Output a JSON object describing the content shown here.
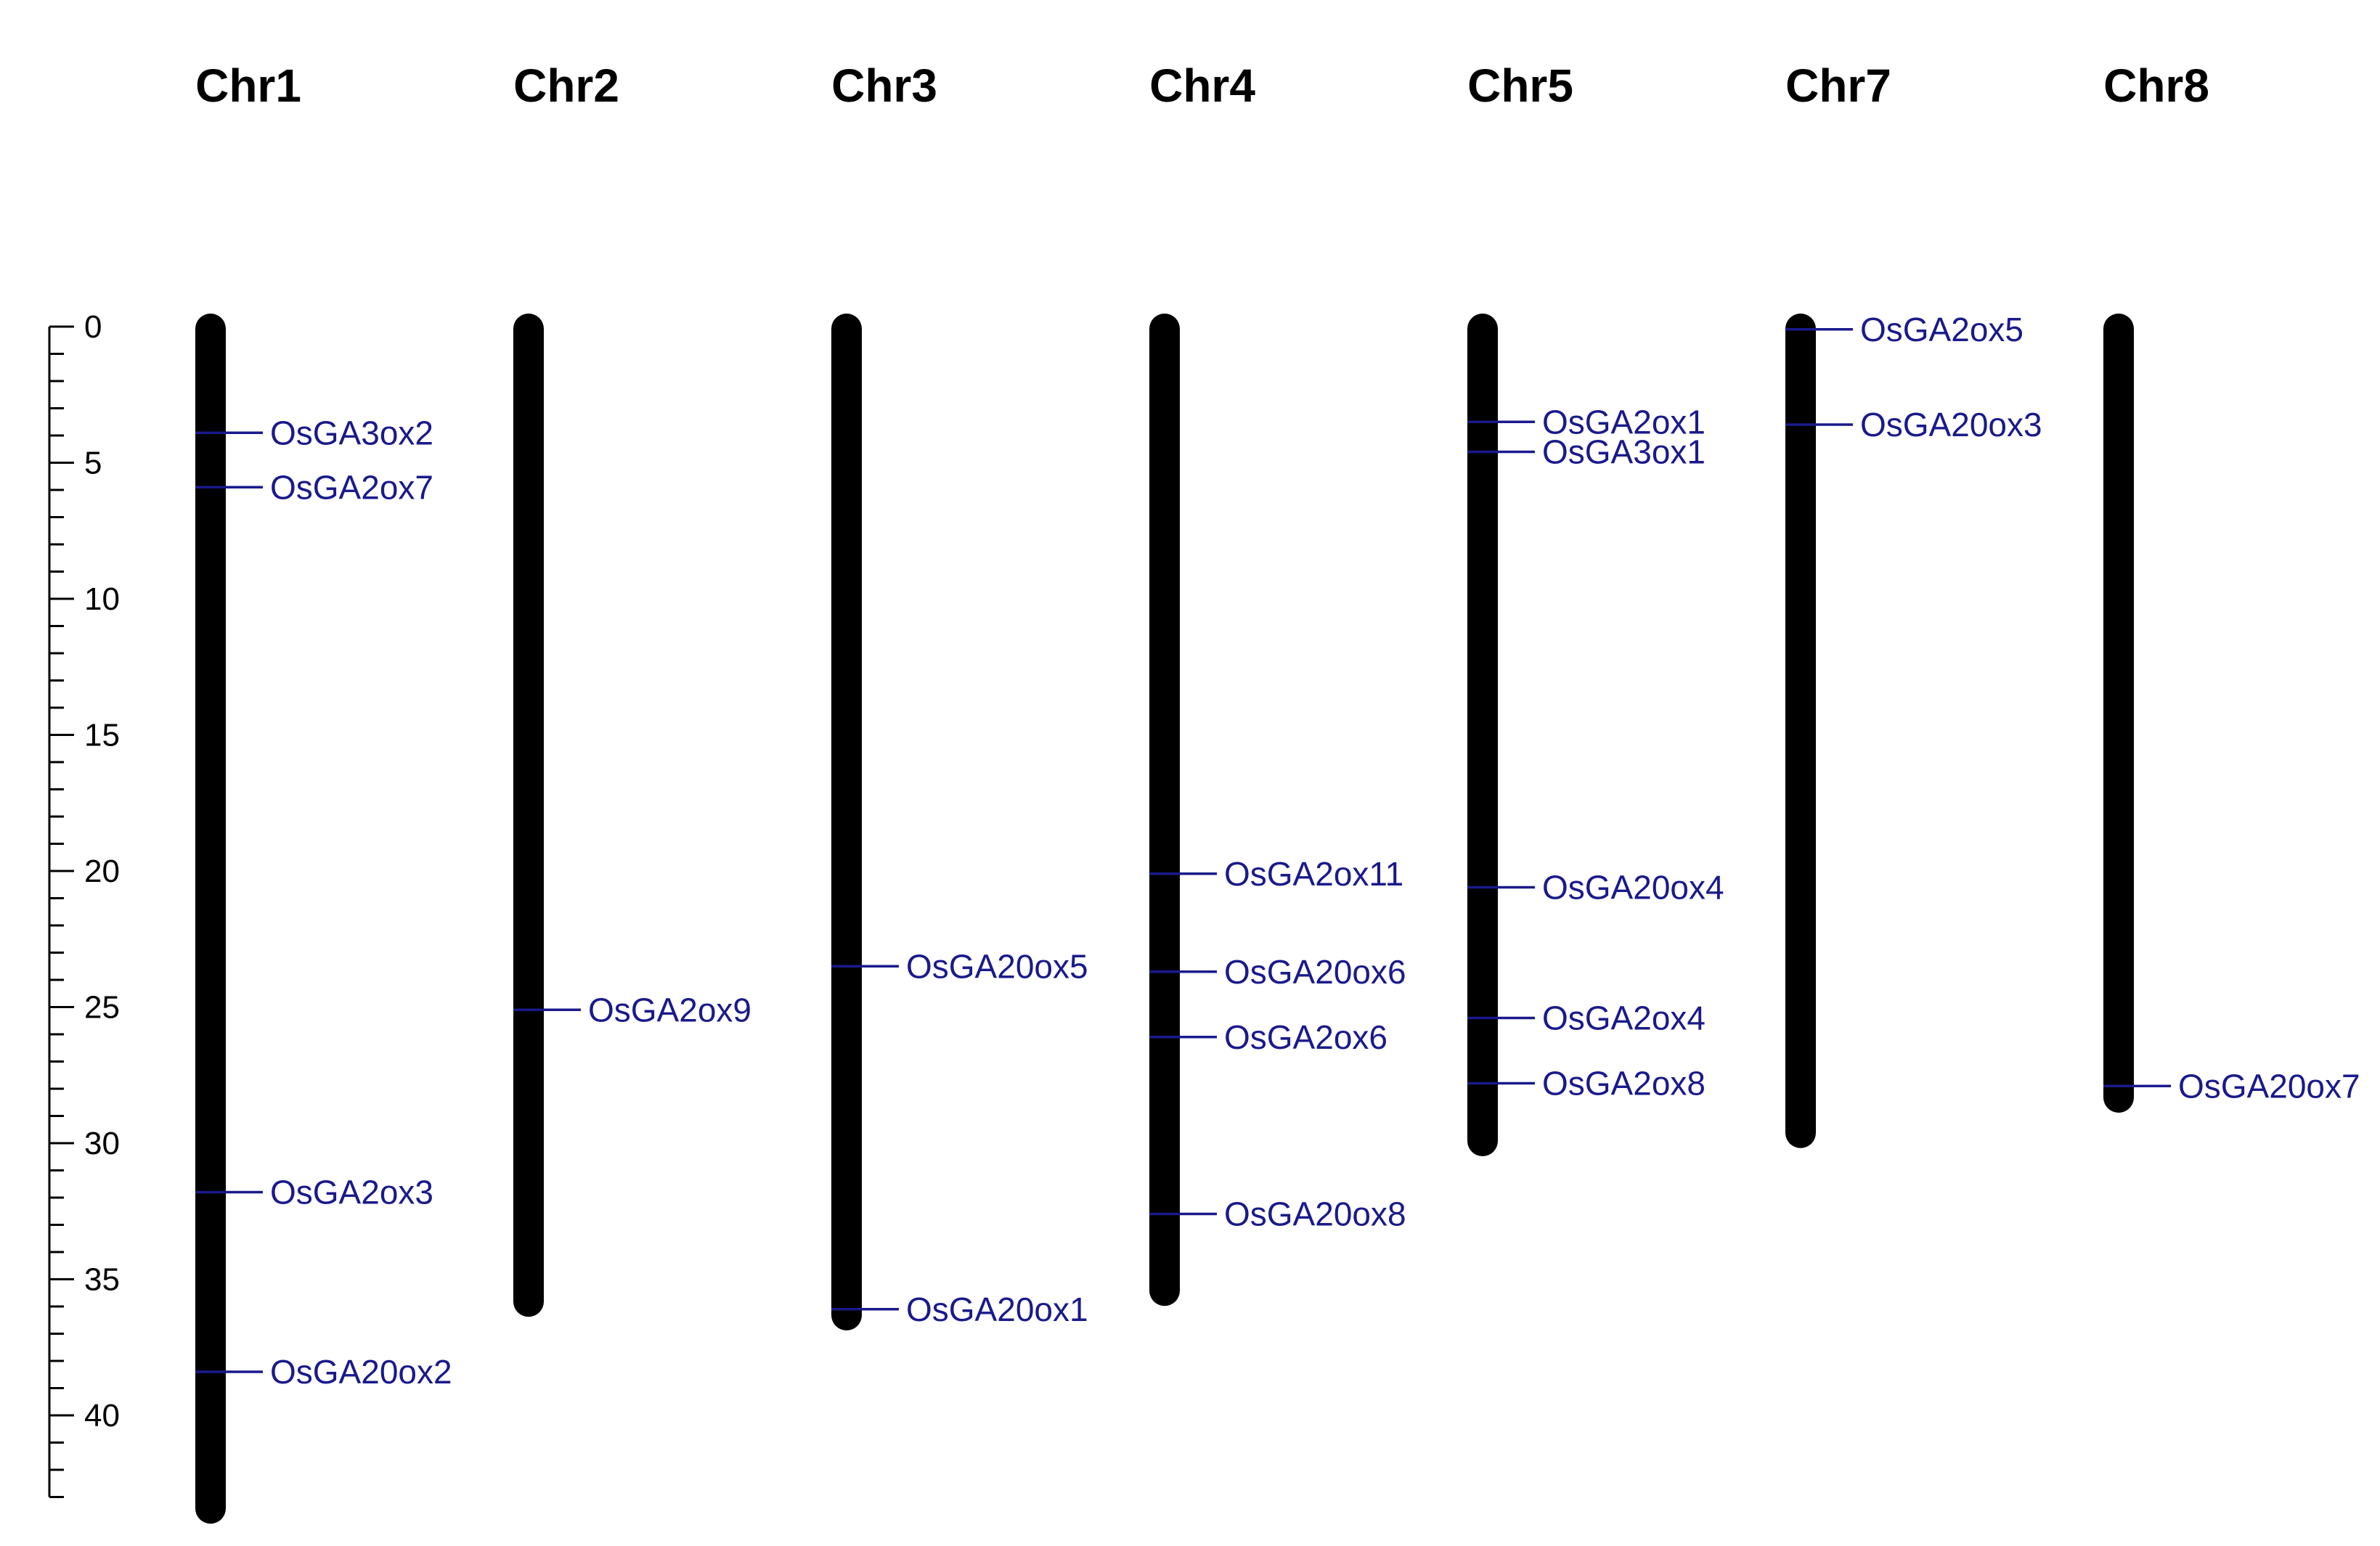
{
  "scale": {
    "min": 0,
    "max": 43,
    "major_step": 5,
    "minor_step": 1,
    "labels": [
      "0",
      "5",
      "10",
      "15",
      "20",
      "25",
      "30",
      "35",
      "40"
    ]
  },
  "colors": {
    "chromosome": "#000000",
    "gene": "#1a1a8c",
    "axis": "#000000"
  },
  "chromosomes": [
    {
      "name": "Chr1",
      "length": 43.5,
      "genes": [
        {
          "label": "OsGA3ox2",
          "pos": 3.9
        },
        {
          "label": "OsGA2ox7",
          "pos": 5.9
        },
        {
          "label": "OsGA2ox3",
          "pos": 31.8
        },
        {
          "label": "OsGA20ox2",
          "pos": 38.4
        }
      ]
    },
    {
      "name": "Chr2",
      "length": 35.9,
      "genes": [
        {
          "label": "OsGA2ox9",
          "pos": 25.1
        }
      ]
    },
    {
      "name": "Chr3",
      "length": 36.4,
      "genes": [
        {
          "label": "OsGA20ox5",
          "pos": 23.5
        },
        {
          "label": "OsGA20ox1",
          "pos": 36.1
        }
      ]
    },
    {
      "name": "Chr4",
      "length": 35.5,
      "genes": [
        {
          "label": "OsGA2ox11",
          "pos": 20.1
        },
        {
          "label": "OsGA20ox6",
          "pos": 23.7
        },
        {
          "label": "OsGA2ox6",
          "pos": 26.1
        },
        {
          "label": "OsGA20ox8",
          "pos": 32.6
        }
      ]
    },
    {
      "name": "Chr5",
      "length": 30.0,
      "genes": [
        {
          "label": "OsGA2ox1",
          "pos": 3.5
        },
        {
          "label": "OsGA3ox1",
          "pos": 4.6
        },
        {
          "label": "OsGA20ox4",
          "pos": 20.6
        },
        {
          "label": "OsGA2ox4",
          "pos": 25.4
        },
        {
          "label": "OsGA2ox8",
          "pos": 27.8
        }
      ]
    },
    {
      "name": "Chr7",
      "length": 29.7,
      "genes": [
        {
          "label": "OsGA2ox5",
          "pos": 0.1
        },
        {
          "label": "OsGA20ox3",
          "pos": 3.6
        }
      ]
    },
    {
      "name": "Chr8",
      "length": 28.4,
      "genes": [
        {
          "label": "OsGA20ox7",
          "pos": 27.9
        }
      ]
    }
  ]
}
